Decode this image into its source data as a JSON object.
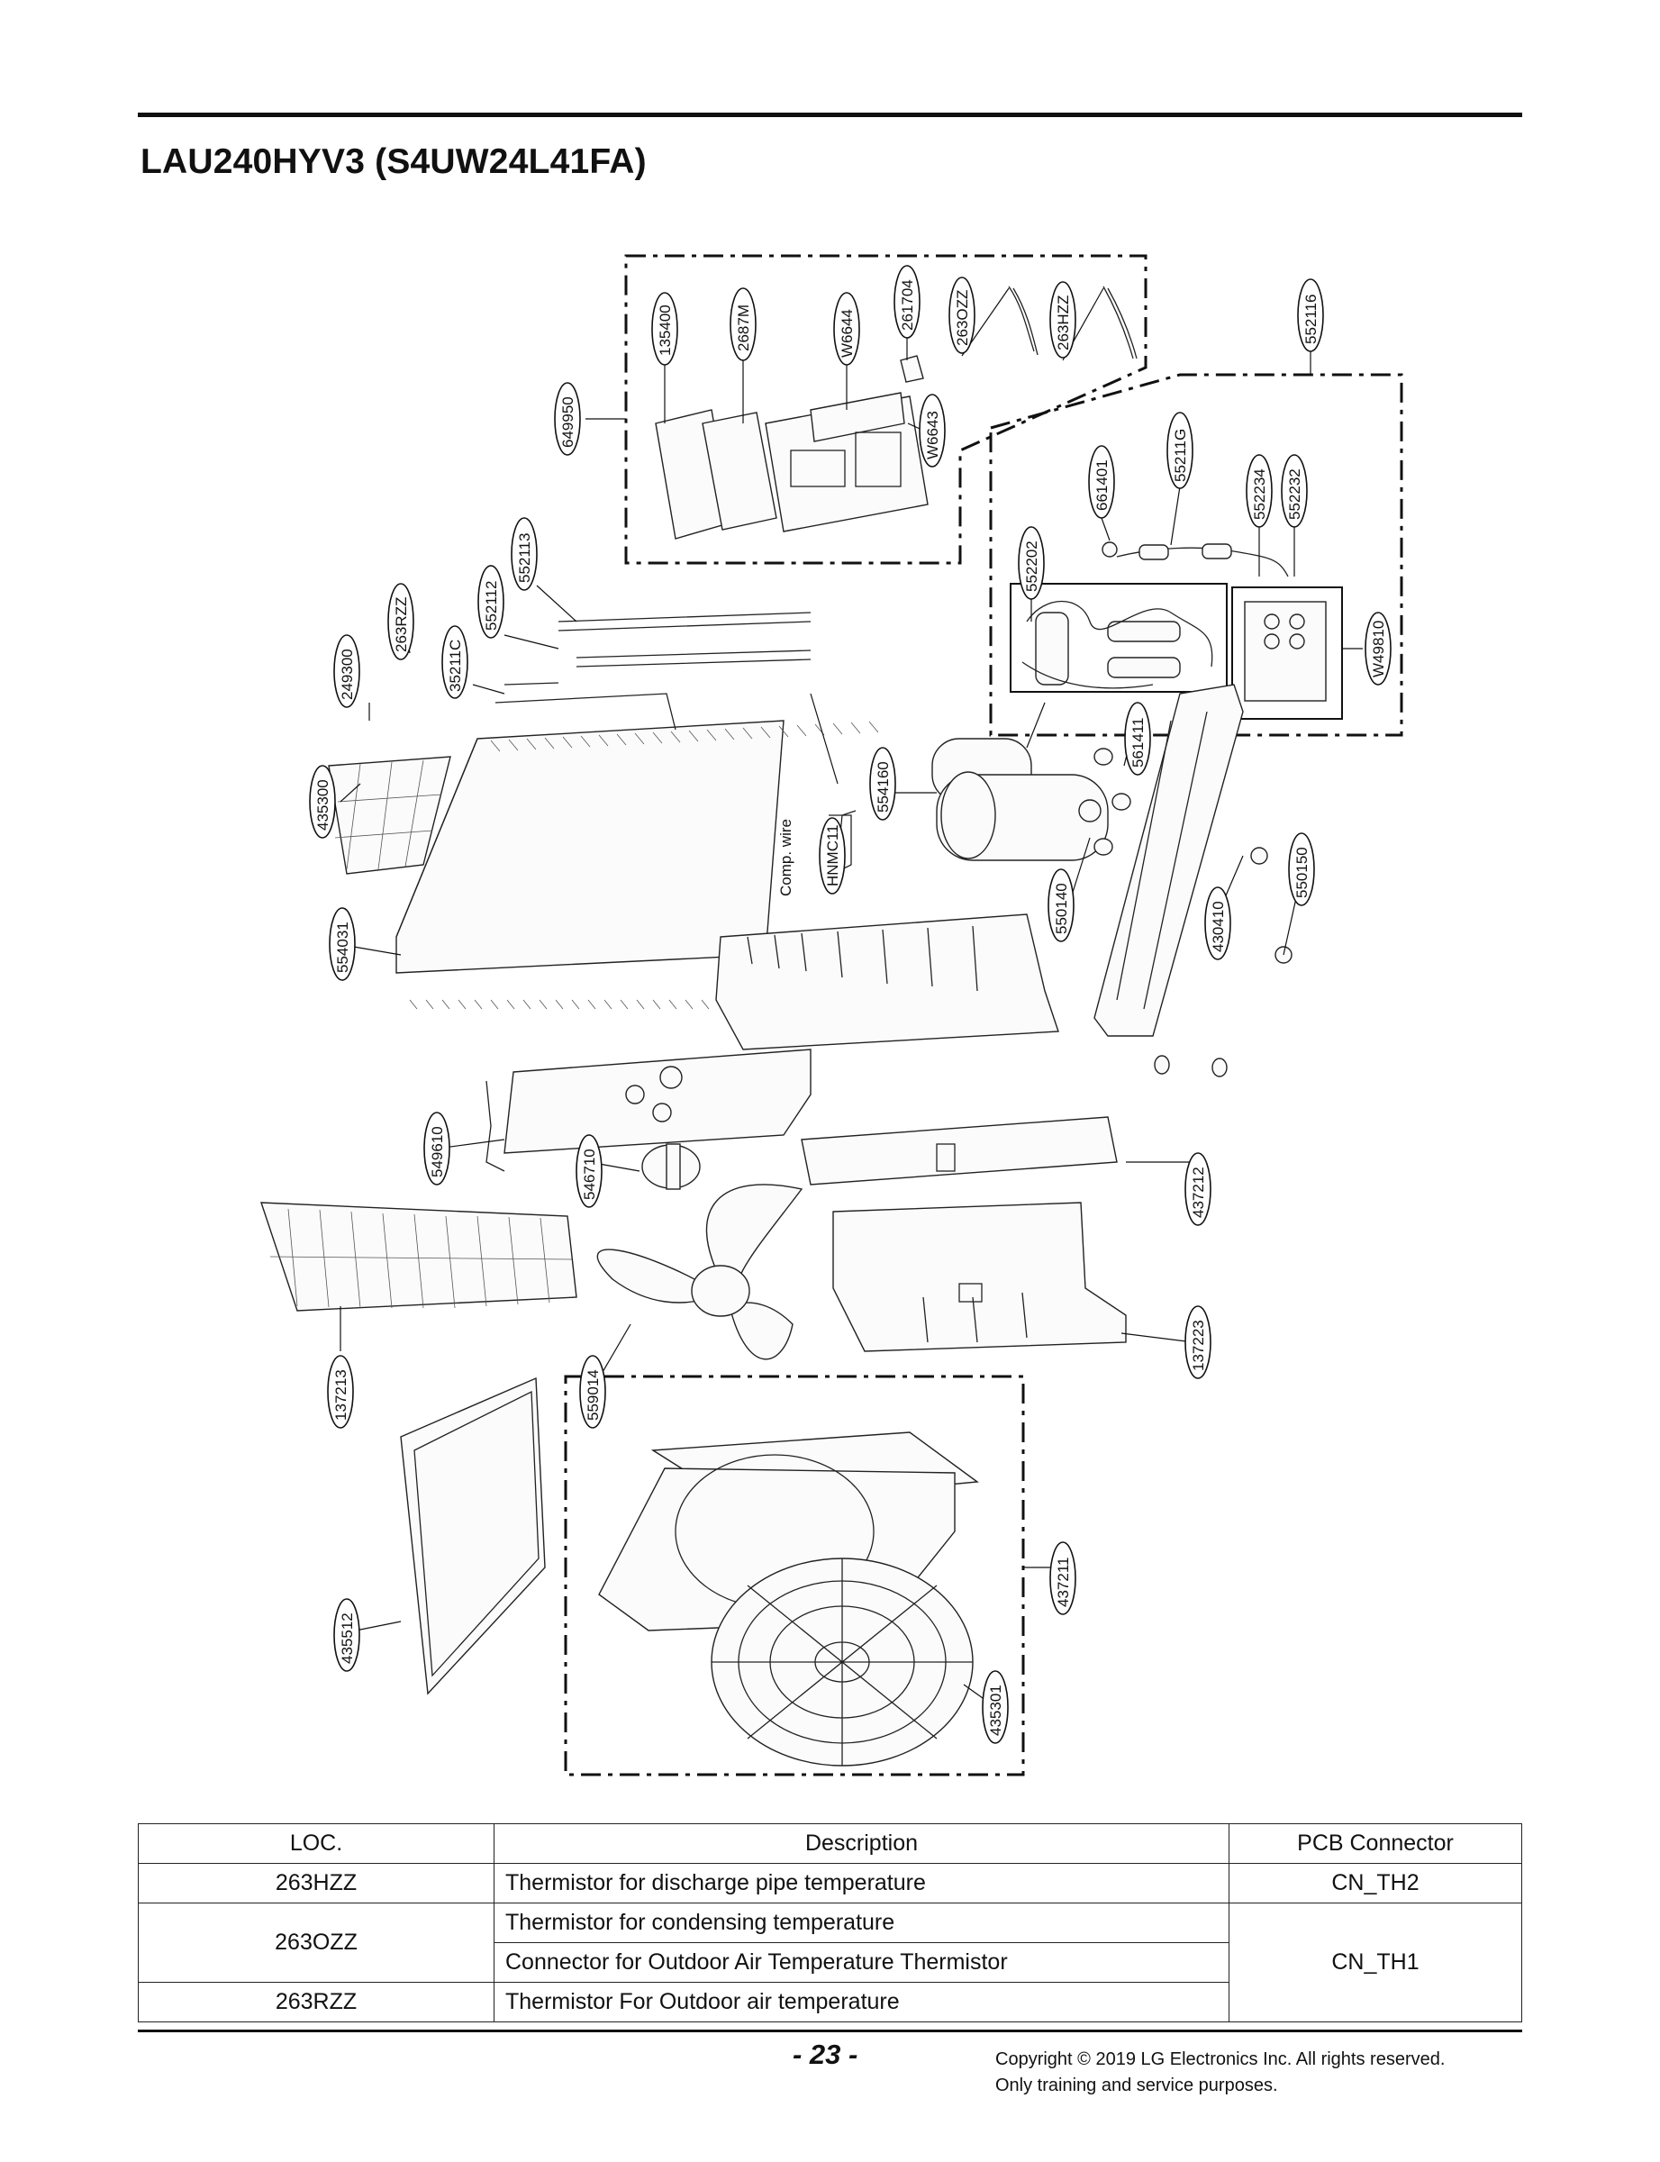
{
  "page": {
    "title": "LAU240HYV3 (S4UW24L41FA)",
    "page_number": "- 23 -",
    "copyright_line1": "Copyright © 2019 LG Electronics Inc. All rights reserved.",
    "copyright_line2": "Only training and service purposes."
  },
  "diagram": {
    "labels": {
      "135400": "135400",
      "2687M": "2687M",
      "W6644": "W6644",
      "261704": "261704",
      "263OZZ": "263OZZ",
      "263HZZ": "263HZZ",
      "552116": "552116",
      "649950": "649950",
      "W6643": "W6643",
      "661401": "661401",
      "5211G": "55211G",
      "552234": "552234",
      "552232": "552232",
      "552202": "552202",
      "552113": "552113",
      "552112": "552112",
      "3521C": "35211C",
      "263RZZ": "263RZZ",
      "249300": "249300",
      "W49810": "W49810",
      "561411": "561411",
      "554160": "554160",
      "comp_wire": "Comp. wire",
      "HNMC11": "HNMC11",
      "435300": "435300",
      "554031": "554031",
      "550140": "550140",
      "430410": "430410",
      "550150": "550150",
      "549610": "549610",
      "546710": "546710",
      "437212": "437212",
      "137213": "137213",
      "559014": "559014",
      "137223": "137223",
      "437211": "437211",
      "435512": "435512",
      "435301": "435301"
    }
  },
  "table": {
    "headers": [
      "LOC.",
      "Description",
      "PCB Connector"
    ],
    "rows": [
      {
        "loc": "263HZZ",
        "description": "Thermistor for discharge pipe temperature",
        "connector": "CN_TH2"
      },
      {
        "loc": "263OZZ",
        "description": "Thermistor for condensing temperature",
        "description2": "Connector for Outdoor Air Temperature Thermistor",
        "connector": "CN_TH1"
      },
      {
        "loc": "263RZZ",
        "description": "Thermistor For Outdoor air temperature"
      }
    ]
  }
}
